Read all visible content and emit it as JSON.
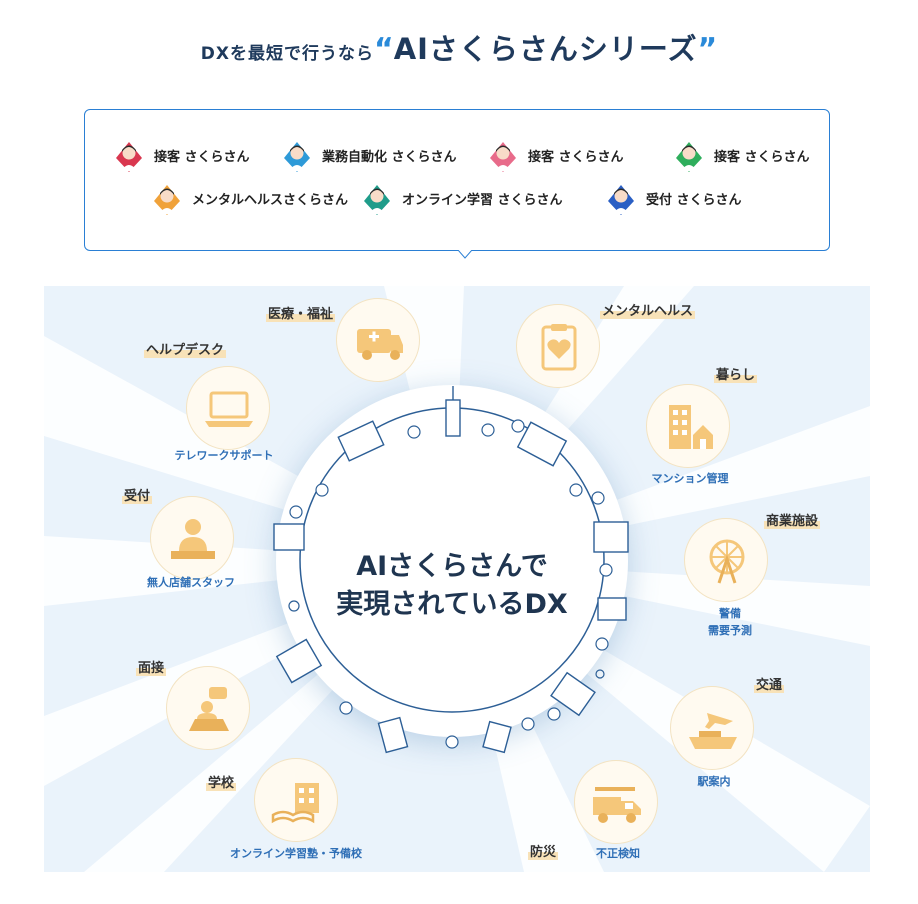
{
  "header": {
    "prefix": "DXを最短で行うなら",
    "quote_open": "“",
    "series_name": "AIさくらさんシリーズ",
    "quote_close": "”"
  },
  "series": [
    {
      "label": "接客 さくらさん",
      "color": "#d9374f"
    },
    {
      "label": "業務自動化 さくらさん",
      "color": "#2e9ad8"
    },
    {
      "label": "接客 さくらさん",
      "color": "#e86b8a"
    },
    {
      "label": "接客 さくらさん",
      "color": "#2fae5c"
    },
    {
      "label": "メンタルヘルスさくらさん",
      "color": "#f0a23a"
    },
    {
      "label": "オンライン学習 さくらさん",
      "color": "#1f9c8a"
    },
    {
      "label": "受付 さくらさん",
      "color": "#2a5fc4"
    }
  ],
  "center": {
    "line1": "AIさくらさんで",
    "line2": "実現されているDX"
  },
  "categories": {
    "medical": "医療・福祉",
    "mental": "メンタルヘルス",
    "helpdesk": "ヘルプデスク",
    "living": "暮らし",
    "reception": "受付",
    "commercial": "商業施設",
    "interview": "面接",
    "transport": "交通",
    "school": "学校",
    "disaster": "防災"
  },
  "use_cases": {
    "telework": "テレワークサポート",
    "mansion": "マンション管理",
    "store_staff": "無人店舗スタッフ",
    "security": "警備",
    "demand": "需要予測",
    "station": "駅案内",
    "cram_school": "オンライン学習塾・予備校",
    "fraud": "不正検知"
  },
  "colors": {
    "accent": "#2a8ad9",
    "navy": "#1f3a5c",
    "icon_tint": "#f5c77a",
    "city_line": "#2d5f96"
  }
}
